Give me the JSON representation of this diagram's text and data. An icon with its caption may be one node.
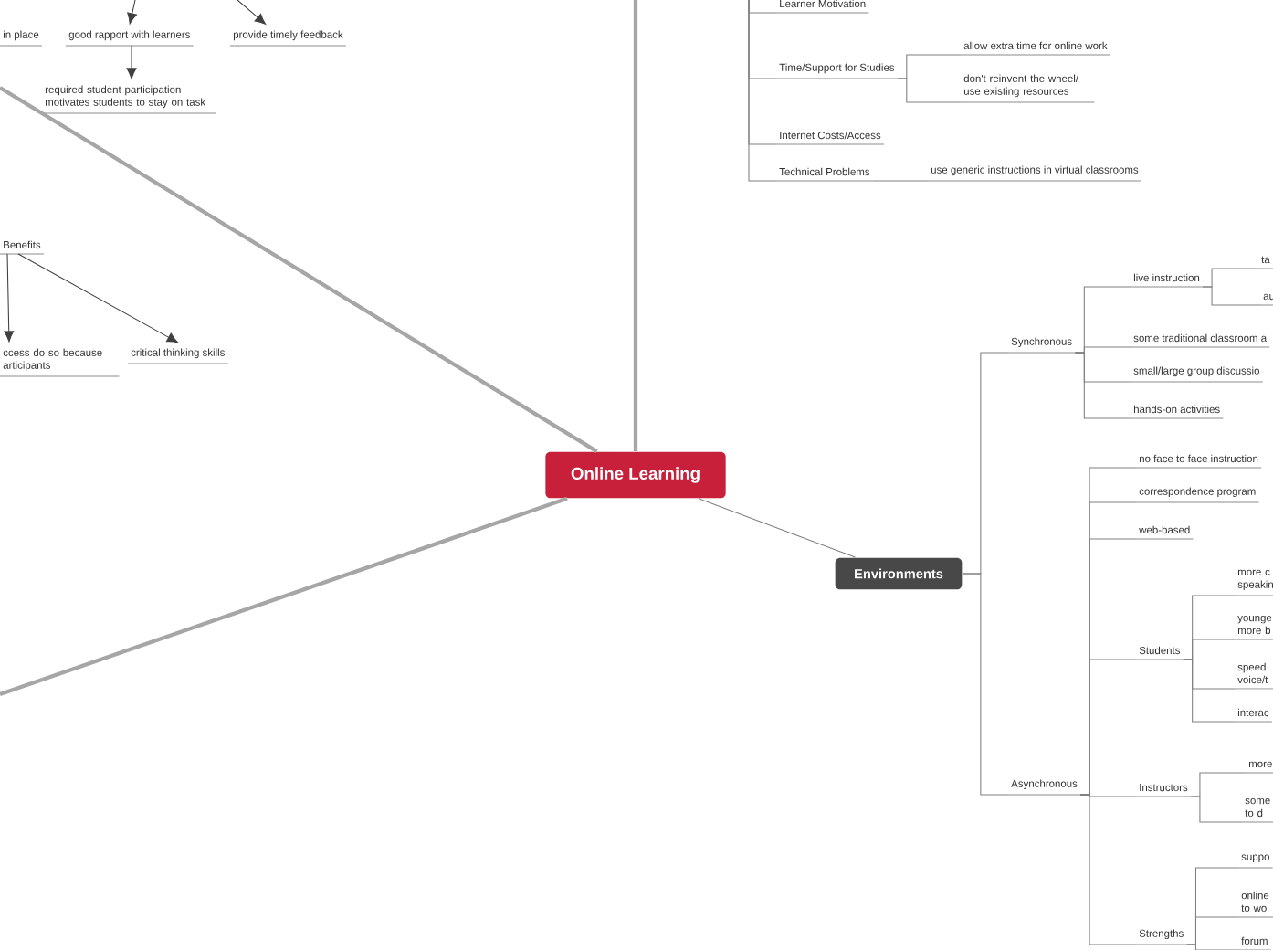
{
  "diagram": {
    "nodes": [
      {
        "text": [
          "Online Learning"
        ]
      },
      {
        "text": [
          "Environments"
        ]
      },
      {
        "text": [
          "in place"
        ]
      },
      {
        "text": [
          "good rapport with learners"
        ]
      },
      {
        "text": [
          "provide timely feedback"
        ]
      },
      {
        "text": [
          "required student participation motivates students to stay on task"
        ]
      },
      {
        "text": [
          "Benefits"
        ]
      },
      {
        "text": [
          "ccess do so because articipants"
        ]
      },
      {
        "text": [
          "critical thinking skills"
        ]
      },
      {
        "text": [
          "Learner Motivation"
        ]
      },
      {
        "text": [
          "Time/Support for Studies"
        ]
      },
      {
        "text": [
          "allow extra time for online work"
        ]
      },
      {
        "text": [
          "don't reinvent the wheel/ use existing resources"
        ]
      },
      {
        "text": [
          "Internet Costs/Access"
        ]
      },
      {
        "text": [
          "Technical Problems"
        ]
      },
      {
        "text": [
          "use generic instructions in virtual classrooms"
        ]
      },
      {
        "text": [
          "Synchronous"
        ]
      },
      {
        "text": [
          "live instruction"
        ]
      },
      {
        "text": [
          "ta"
        ]
      },
      {
        "text": [
          "au"
        ]
      },
      {
        "text": [
          "some traditional classroom a"
        ]
      },
      {
        "text": [
          "small/large group discussio"
        ]
      },
      {
        "text": [
          "hands-on activities"
        ]
      },
      {
        "text": [
          "Asynchronous"
        ]
      },
      {
        "text": [
          "no face to face instruction"
        ]
      },
      {
        "text": [
          "correspondence program"
        ]
      },
      {
        "text": [
          "web-based"
        ]
      },
      {
        "text": [
          "Students"
        ]
      },
      {
        "text": [
          "more c speakin"
        ]
      },
      {
        "text": [
          "younge more b"
        ]
      },
      {
        "text": [
          "speed voice/t"
        ]
      },
      {
        "text": [
          "interac"
        ]
      },
      {
        "text": [
          "Instructors"
        ]
      },
      {
        "text": [
          "more"
        ]
      },
      {
        "text": [
          "some to d"
        ]
      },
      {
        "text": [
          "Strengths"
        ]
      },
      {
        "text": [
          "suppo"
        ]
      },
      {
        "text": [
          "online to wo"
        ]
      },
      {
        "text": [
          "forum"
        ]
      }
    ],
    "edges": [
      {
        "from": 0,
        "to": 1,
        "arrow": "none"
      },
      {
        "from": 0,
        "to": null,
        "arrow": "none",
        "style": "thick"
      },
      {
        "from": 0,
        "to": null,
        "arrow": "none",
        "style": "thick"
      },
      {
        "from": 0,
        "to": null,
        "arrow": "none",
        "style": "thick"
      },
      {
        "from": null,
        "to": 3,
        "arrow": "to"
      },
      {
        "from": null,
        "to": 4,
        "arrow": "to"
      },
      {
        "from": 3,
        "to": 5,
        "arrow": "to"
      },
      {
        "from": 6,
        "to": 7,
        "arrow": "to"
      },
      {
        "from": 6,
        "to": 8,
        "arrow": "to"
      },
      {
        "from": null,
        "to": 9,
        "arrow": "none"
      },
      {
        "from": null,
        "to": 10,
        "arrow": "none"
      },
      {
        "from": null,
        "to": 13,
        "arrow": "none"
      },
      {
        "from": null,
        "to": 14,
        "arrow": "none"
      },
      {
        "from": 10,
        "to": 11,
        "arrow": "none"
      },
      {
        "from": 10,
        "to": 12,
        "arrow": "none"
      },
      {
        "from": 14,
        "to": 15,
        "arrow": "none"
      },
      {
        "from": 1,
        "to": 16,
        "arrow": "none"
      },
      {
        "from": 1,
        "to": 23,
        "arrow": "none"
      },
      {
        "from": 16,
        "to": 17,
        "arrow": "none"
      },
      {
        "from": 16,
        "to": 20,
        "arrow": "none"
      },
      {
        "from": 16,
        "to": 21,
        "arrow": "none"
      },
      {
        "from": 16,
        "to": 22,
        "arrow": "none"
      },
      {
        "from": 17,
        "to": 18,
        "arrow": "none"
      },
      {
        "from": 17,
        "to": 19,
        "arrow": "none"
      },
      {
        "from": 23,
        "to": 24,
        "arrow": "none"
      },
      {
        "from": 23,
        "to": 25,
        "arrow": "none"
      },
      {
        "from": 23,
        "to": 26,
        "arrow": "none"
      },
      {
        "from": 23,
        "to": 27,
        "arrow": "none"
      },
      {
        "from": 23,
        "to": 32,
        "arrow": "none"
      },
      {
        "from": 23,
        "to": 35,
        "arrow": "none"
      },
      {
        "from": 27,
        "to": 28,
        "arrow": "none"
      },
      {
        "from": 27,
        "to": 29,
        "arrow": "none"
      },
      {
        "from": 27,
        "to": 30,
        "arrow": "none"
      },
      {
        "from": 27,
        "to": 31,
        "arrow": "none"
      },
      {
        "from": 32,
        "to": 33,
        "arrow": "none"
      },
      {
        "from": 32,
        "to": 34,
        "arrow": "none"
      },
      {
        "from": 35,
        "to": 36,
        "arrow": "none"
      },
      {
        "from": 35,
        "to": 37,
        "arrow": "none"
      },
      {
        "from": 35,
        "to": 38,
        "arrow": "none"
      }
    ]
  }
}
